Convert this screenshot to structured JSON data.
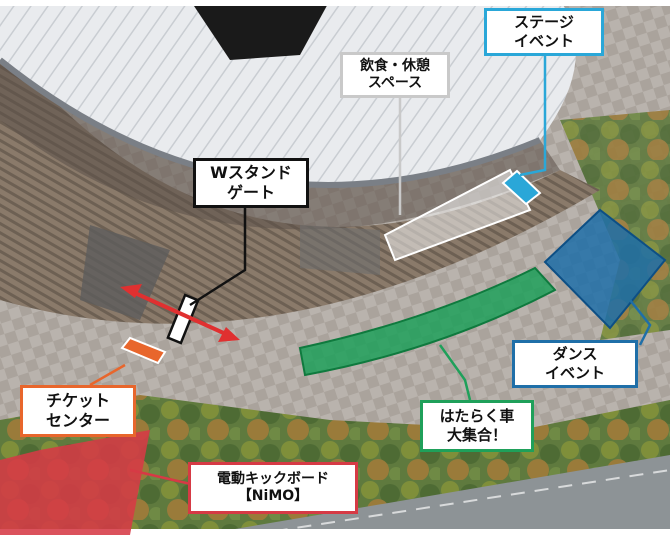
{
  "labels": {
    "stage_event": [
      "ステージ",
      "イベント"
    ],
    "rest_space": [
      "飲食・休憩",
      "スペース"
    ],
    "w_stand_gate": [
      "Wスタンド",
      "ゲート"
    ],
    "dance_event": [
      "ダンス",
      "イベント"
    ],
    "ticket_center": [
      "チケット",
      "センター"
    ],
    "working_cars": [
      "はたらく車",
      "大集合！"
    ],
    "kickboard": [
      "電動キックボード",
      "【NiMO】"
    ]
  },
  "colors": {
    "stage_event": "#2aa7d8",
    "rest_space": "#c9c9c9",
    "w_stand_gate": "#111111",
    "dance_event": "#1f6fa8",
    "ticket_center": "#e8662c",
    "working_cars": "#1fa05a",
    "kickboard": "#d63a45",
    "arrow": "#e03030"
  },
  "icons": {
    "gate_arrow": "double-arrow-icon"
  }
}
